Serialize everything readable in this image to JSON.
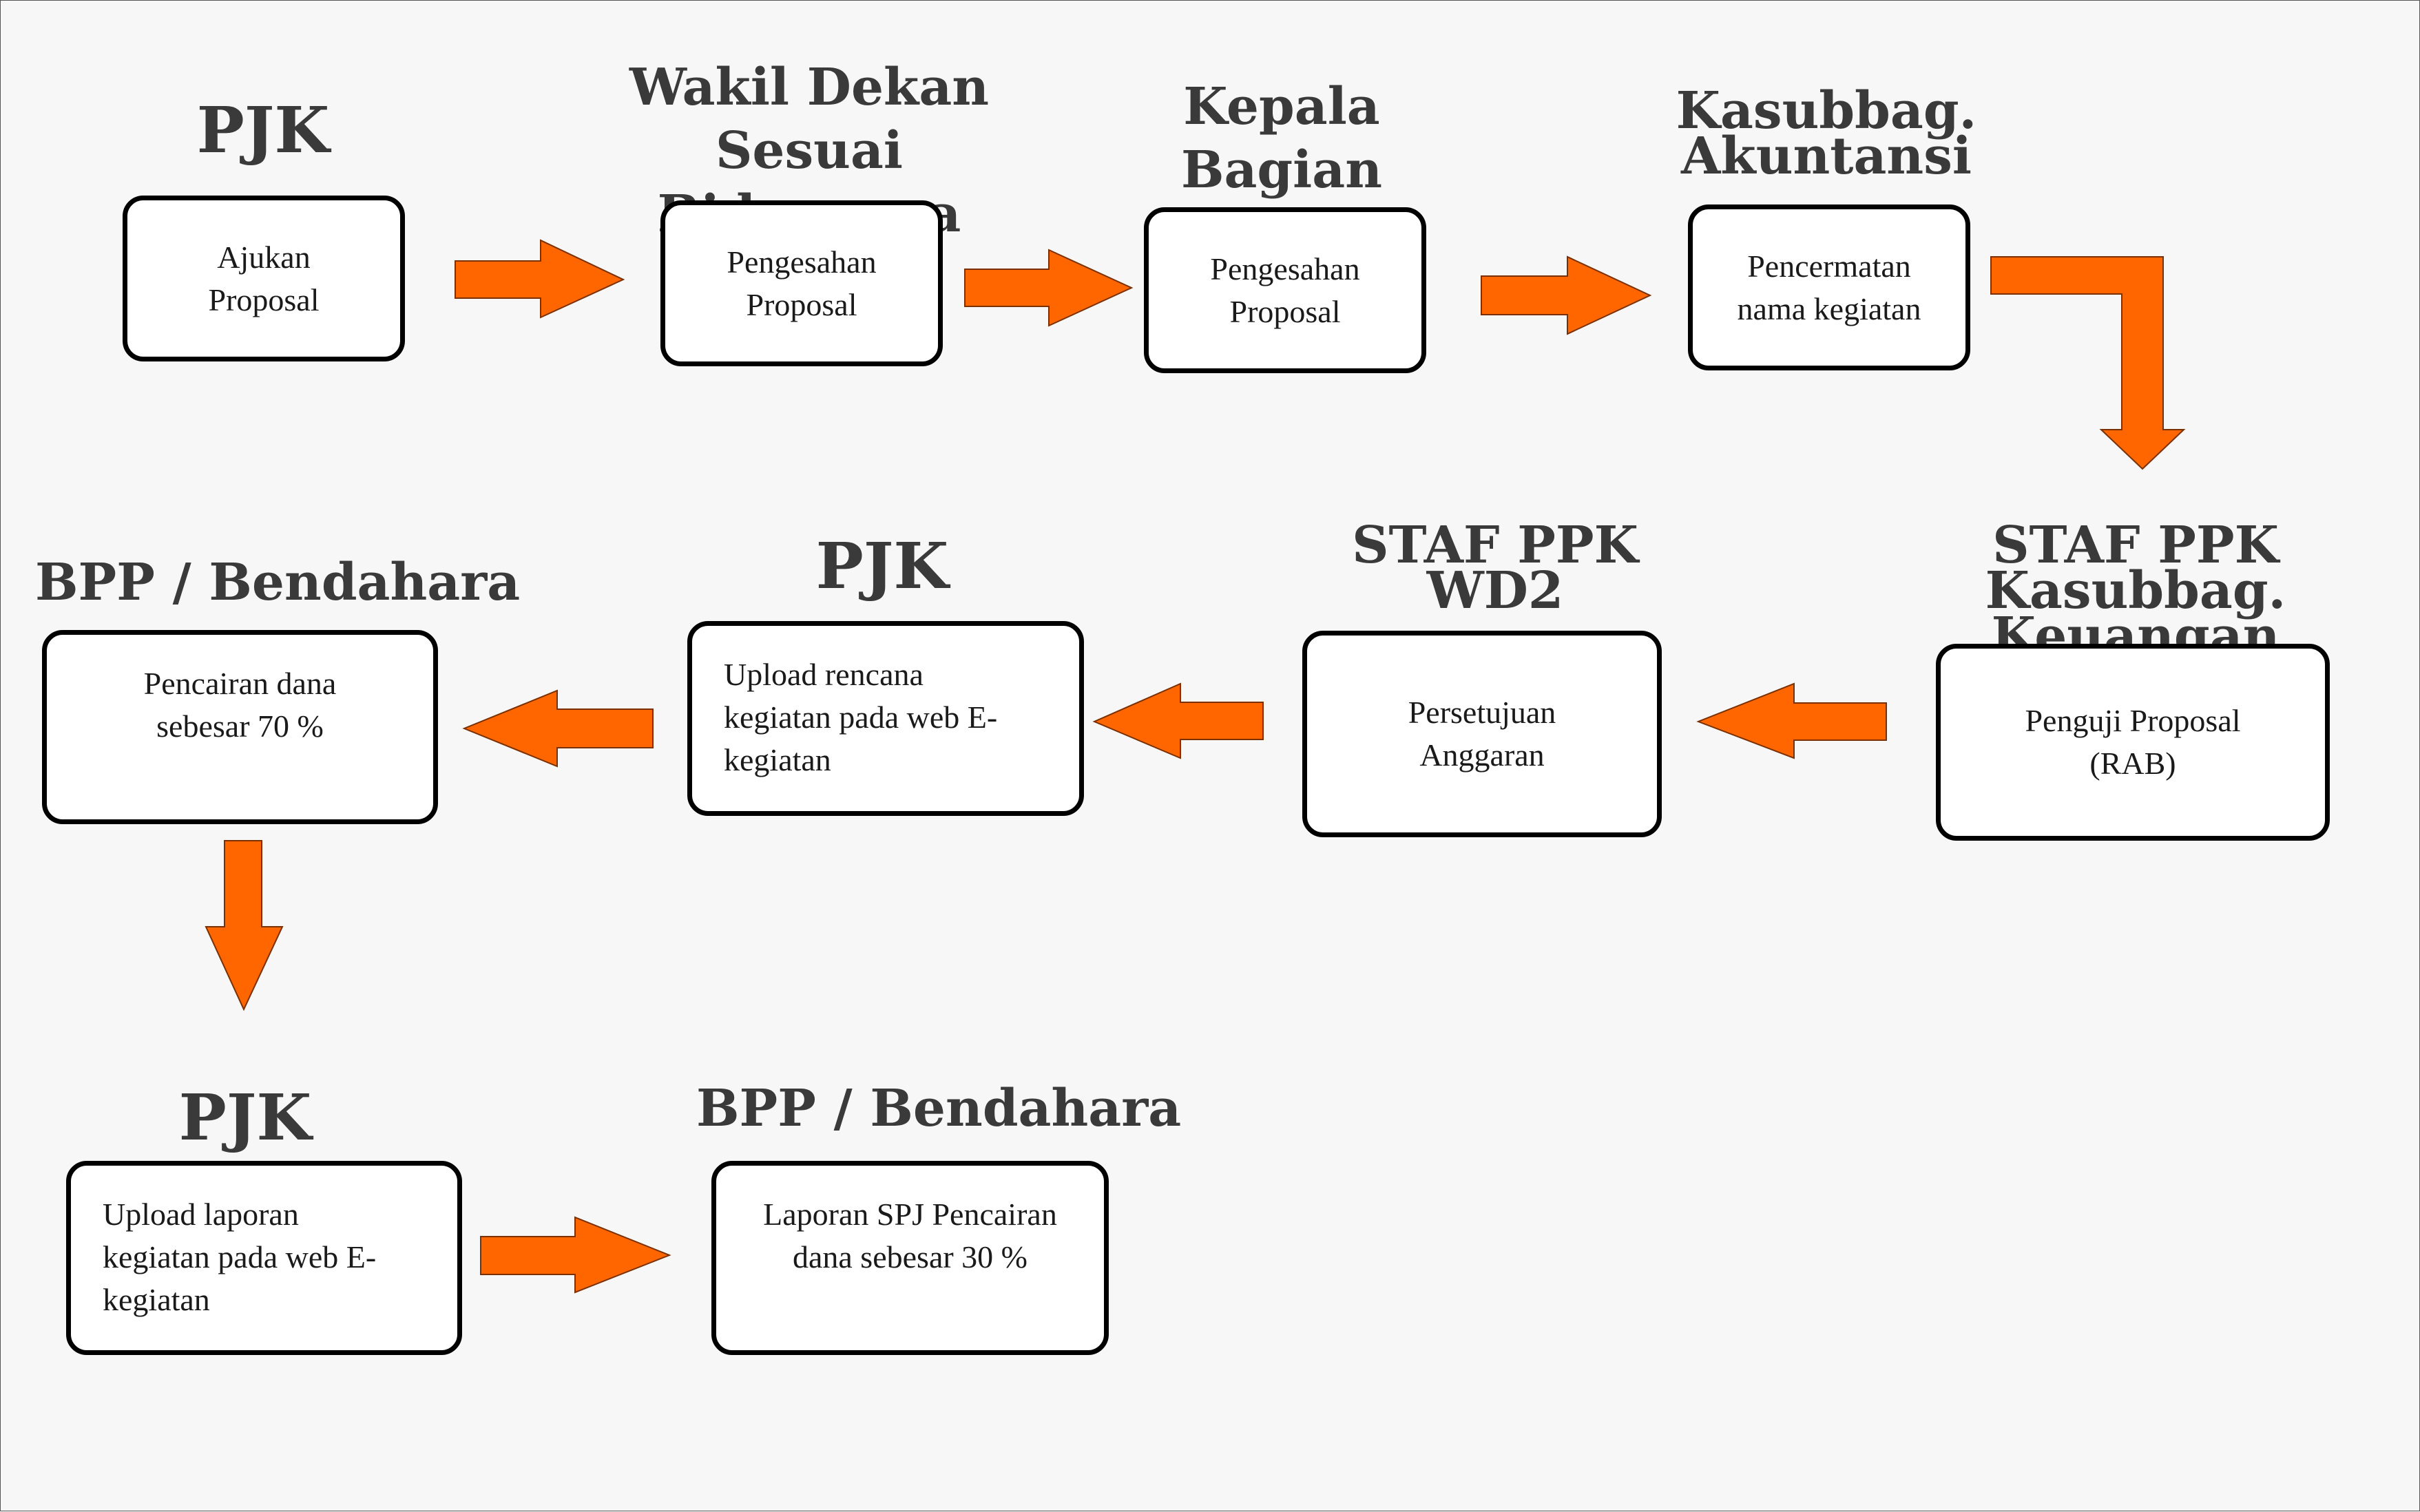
{
  "accent_color": "#ff6600",
  "nodes": [
    {
      "title": "PJK",
      "text": "Ajukan\nProposal"
    },
    {
      "title": "Wakil Dekan\nSesuai Bidangnya",
      "text": "Pengesahan\nProposal"
    },
    {
      "title": "Kepala Bagian\nTU",
      "text": "Pengesahan\nProposal"
    },
    {
      "title": "Kasubbag.\nAkuntansi",
      "text": "Pencermatan\nnama kegiatan"
    },
    {
      "title": "STAF PPK\nKasubbag. Keuangan",
      "text": "Penguji Proposal\n(RAB)"
    },
    {
      "title": "STAF PPK\nWD2",
      "text": "Persetujuan\nAnggaran"
    },
    {
      "title": "PJK",
      "text": "Upload rencana\nkegiatan pada web E-\nkegiatan"
    },
    {
      "title": "BPP / Bendahara",
      "text": "Pencairan dana\nsebesar 70 %"
    },
    {
      "title": "PJK",
      "text": "Upload laporan\nkegiatan pada web E-\nkegiatan"
    },
    {
      "title": "BPP / Bendahara",
      "text": "Laporan SPJ Pencairan\ndana sebesar 30 %"
    }
  ]
}
